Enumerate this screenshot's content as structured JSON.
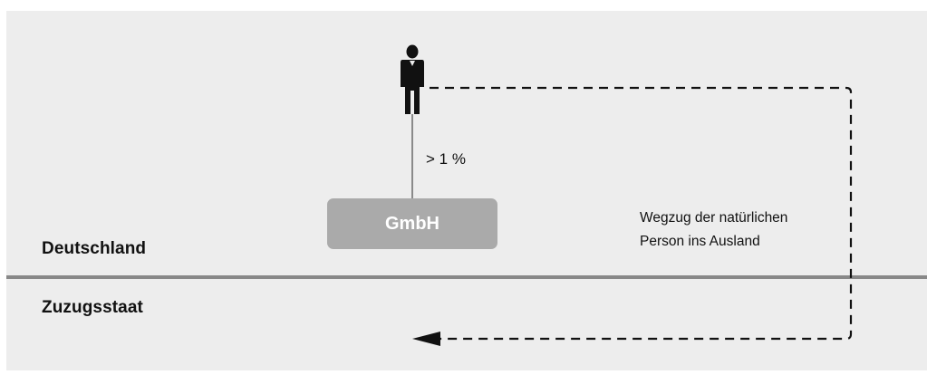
{
  "countries": {
    "home": "Deutschland",
    "destination": "Zuzugsstaat"
  },
  "entity": {
    "company_label": "GmbH",
    "shareholding_label": "> 1 %"
  },
  "move_note": {
    "line1": "Wegzug der natürlichen",
    "line2": "Person ins Ausland"
  },
  "icons": {
    "person": "person-icon",
    "arrow": "arrow-head-left-icon"
  },
  "colors": {
    "panel_background": "#ededed",
    "border_line": "#888888",
    "company_box": "#aaaaaa",
    "company_text": "#ffffff",
    "connector": "#8a8a8a",
    "path": "#111111"
  }
}
